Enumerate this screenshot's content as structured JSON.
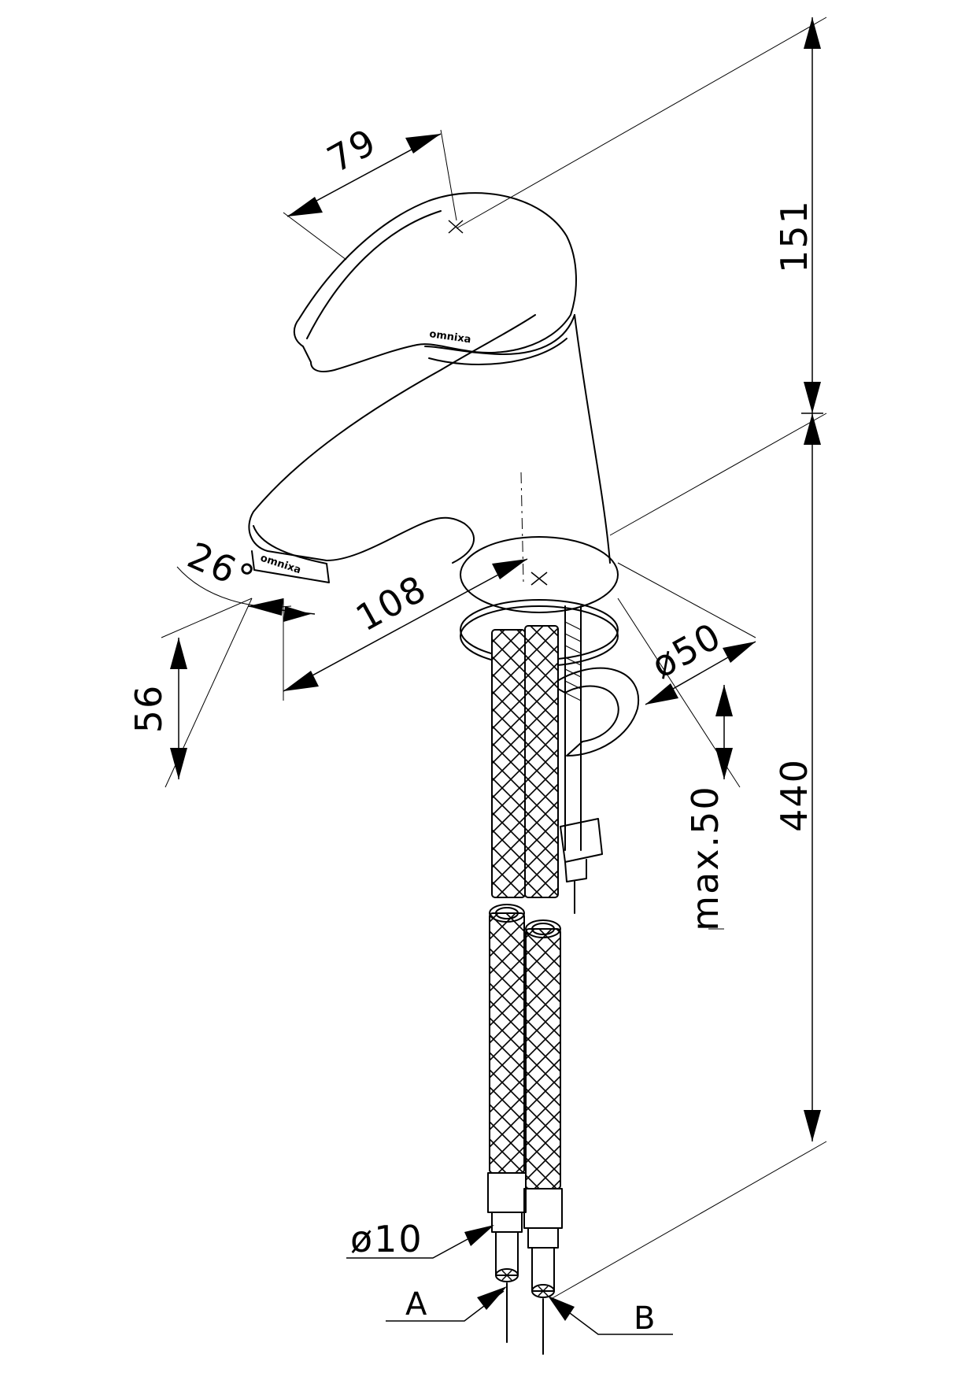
{
  "dimensions": {
    "handle_length": "79",
    "height_upper": "151",
    "spout_reach": "108",
    "spout_angle": "26°",
    "spout_height": "56",
    "base_diameter": "ø50",
    "max_deck": "max.50",
    "hose_length": "440",
    "hose_diameter": "ø10"
  },
  "connections": {
    "a": "A",
    "b": "B"
  },
  "brand": {
    "spout_logo": "omnixa",
    "handle_logo": "omnixa"
  }
}
